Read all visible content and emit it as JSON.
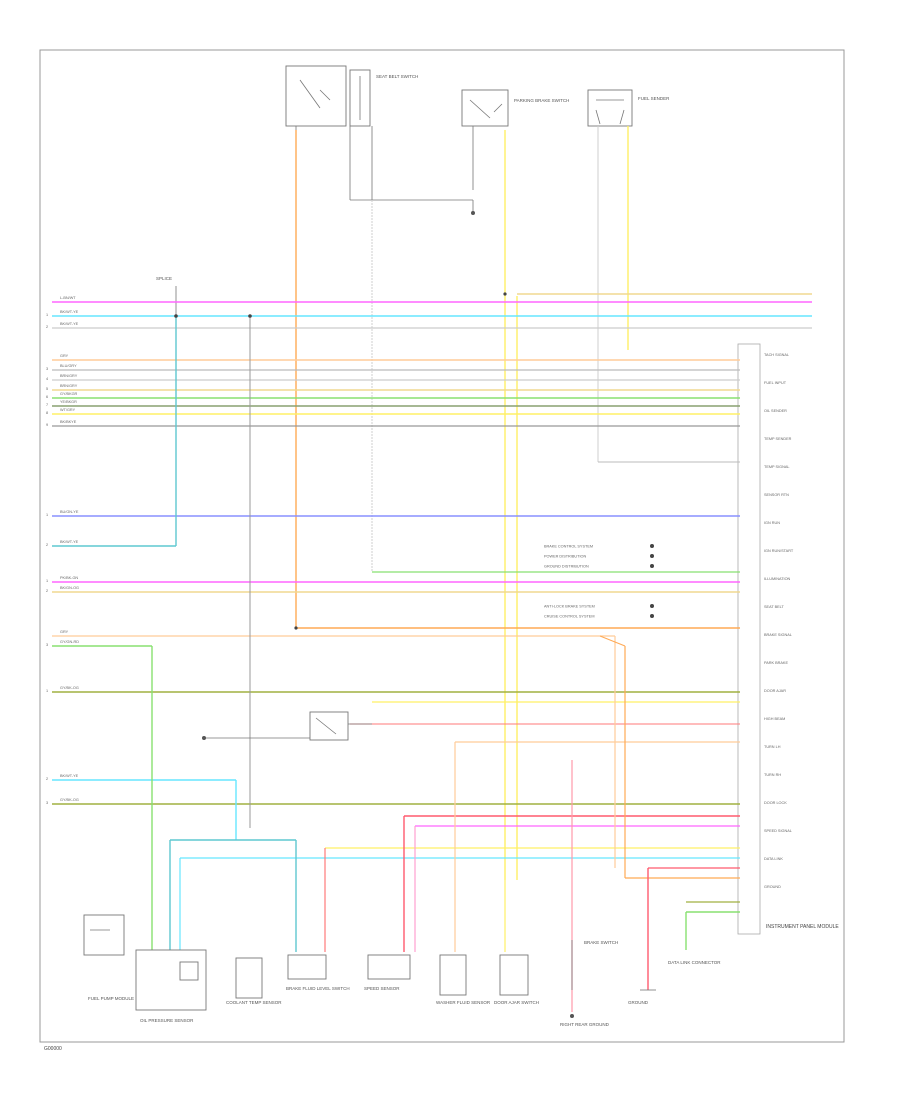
{
  "diagram": {
    "footer_code": "G00000",
    "wire_colors": {
      "pink": "#ff66ff",
      "lightblue": "#66e6ff",
      "gray": "#bdbdbd",
      "orange": "#ffaa55",
      "yellow": "#fff066",
      "green": "#88e070",
      "blue": "#8890ff",
      "red": "#ff5a6e",
      "tan": "#f0d890",
      "dark": "#888888"
    },
    "ecm_label": "INSTRUMENT PANEL MODULE",
    "left_inputs": [
      {
        "text": "L-BN/WT",
        "num": ""
      },
      {
        "text": "BK/WT-YE",
        "num": "1"
      },
      {
        "text": "BK/WT-YE",
        "num": "2"
      },
      {
        "text": "GRY",
        "num": ""
      },
      {
        "text": "BLU/GRY",
        "num": "3"
      },
      {
        "text": "BRN/GRY",
        "num": "4"
      },
      {
        "text": "BRN/GRY",
        "num": "5"
      },
      {
        "text": "GY/BKGR",
        "num": "6"
      },
      {
        "text": "YE/BKGR",
        "num": "7"
      },
      {
        "text": "WT/GRY",
        "num": "8"
      },
      {
        "text": "BK/BKYE",
        "num": "9"
      },
      {
        "text": "BU/GN-YE",
        "num": "1"
      },
      {
        "text": "BK/WT-YE",
        "num": "2"
      },
      {
        "text": "PK/BK-GN",
        "num": "1"
      },
      {
        "text": "BK/GN-OG",
        "num": "2"
      },
      {
        "text": "GRY",
        "num": ""
      },
      {
        "text": "GY/GN-RD",
        "num": "3"
      },
      {
        "text": "GY/BK-OG",
        "num": "1"
      },
      {
        "text": "BK/WT-YE",
        "num": "2"
      },
      {
        "text": "GY/BK-OG",
        "num": "3"
      }
    ],
    "ecm_pins": [
      {
        "text": "TACH SIGNAL"
      },
      {
        "text": "FUEL INPUT"
      },
      {
        "text": "OIL SENDER"
      },
      {
        "text": "TEMP SENDER"
      },
      {
        "text": "TEMP SIGNAL"
      },
      {
        "text": "SENSOR RTN"
      },
      {
        "text": "IGN RUN"
      },
      {
        "text": "IGN RUN/START"
      },
      {
        "text": "ILLUMINATION"
      },
      {
        "text": "SEAT BELT"
      },
      {
        "text": "BRAKE SIGNAL"
      },
      {
        "text": "PARK BRAKE"
      },
      {
        "text": "DOOR AJAR"
      },
      {
        "text": "HIGH BEAM"
      },
      {
        "text": "TURN LH"
      },
      {
        "text": "TURN RH"
      },
      {
        "text": "DOOR LOCK"
      },
      {
        "text": "SPEED SIGNAL"
      },
      {
        "text": "DATA LINK"
      },
      {
        "text": "GROUND"
      }
    ],
    "right_labels": [
      {
        "text": "BRAKE CONTROL SYSTEM"
      },
      {
        "text": "POWER DISTRIBUTION"
      },
      {
        "text": "GROUND DISTRIBUTION"
      },
      {
        "text": "ANTI-LOCK BRAKE SYSTEM"
      },
      {
        "text": "CRUISE CONTROL SYSTEM"
      }
    ],
    "top_components": [
      {
        "text": "SEAT BELT SWITCH"
      },
      {
        "text": "PARKING BRAKE SWITCH"
      },
      {
        "text": "FUEL SENDER"
      }
    ],
    "bottom_components": [
      {
        "text": "FUEL PUMP MODULE"
      },
      {
        "text": "OIL PRESSURE SENSOR"
      },
      {
        "text": "COOLANT TEMP SENSOR"
      },
      {
        "text": "BRAKE FLUID LEVEL SWITCH"
      },
      {
        "text": "SPEED SENSOR"
      },
      {
        "text": "WASHER FLUID SENSOR"
      },
      {
        "text": "DOOR AJAR SWITCH"
      },
      {
        "text": "BRAKE SWITCH"
      },
      {
        "text": "GROUND"
      },
      {
        "text": "DATA LINK CONNECTOR"
      }
    ],
    "ground_label": "RIGHT REAR GROUND",
    "splice_label": "SPLICE"
  }
}
